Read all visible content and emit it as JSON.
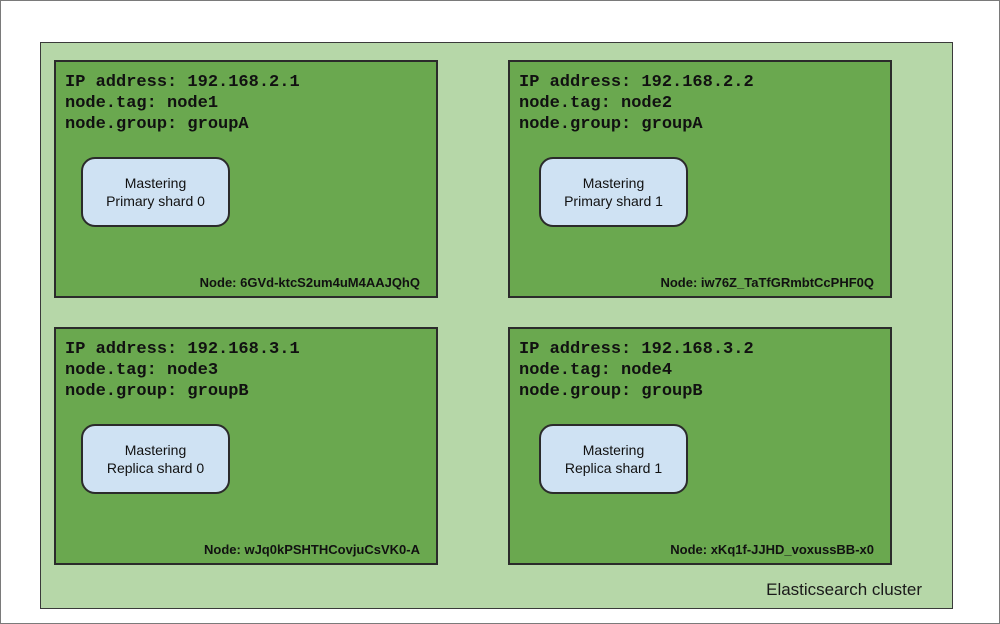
{
  "cluster": {
    "label": "Elasticsearch cluster"
  },
  "nodes": [
    {
      "ip_label": "IP address:",
      "ip": "192.168.2.1",
      "tag_label": "node.tag:",
      "tag": "node1",
      "group_label": "node.group:",
      "group": "groupA",
      "shard_line1": "Mastering",
      "shard_line2": "Primary shard 0",
      "node_id": "Node: 6GVd-ktcS2um4uM4AAJQhQ"
    },
    {
      "ip_label": "IP address:",
      "ip": "192.168.2.2",
      "tag_label": "node.tag:",
      "tag": "node2",
      "group_label": "node.group:",
      "group": "groupA",
      "shard_line1": "Mastering",
      "shard_line2": "Primary shard 1",
      "node_id": "Node: iw76Z_TaTfGRmbtCcPHF0Q"
    },
    {
      "ip_label": "IP address:",
      "ip": "192.168.3.1",
      "tag_label": "node.tag:",
      "tag": "node3",
      "group_label": "node.group:",
      "group": "groupB",
      "shard_line1": "Mastering",
      "shard_line2": "Replica shard 0",
      "node_id": "Node: wJq0kPSHTHCovjuCsVK0-A"
    },
    {
      "ip_label": "IP address:",
      "ip": "192.168.3.2",
      "tag_label": "node.tag:",
      "tag": "node4",
      "group_label": "node.group:",
      "group": "groupB",
      "shard_line1": "Mastering",
      "shard_line2": "Replica shard 1",
      "node_id": "Node: xKq1f-JJHD_voxussBB-x0"
    }
  ],
  "colors": {
    "cluster_fill": "#b6d7a8",
    "node_fill": "#6aa84f",
    "shard_fill": "#cfe2f3",
    "border": "#2b2b2b"
  }
}
